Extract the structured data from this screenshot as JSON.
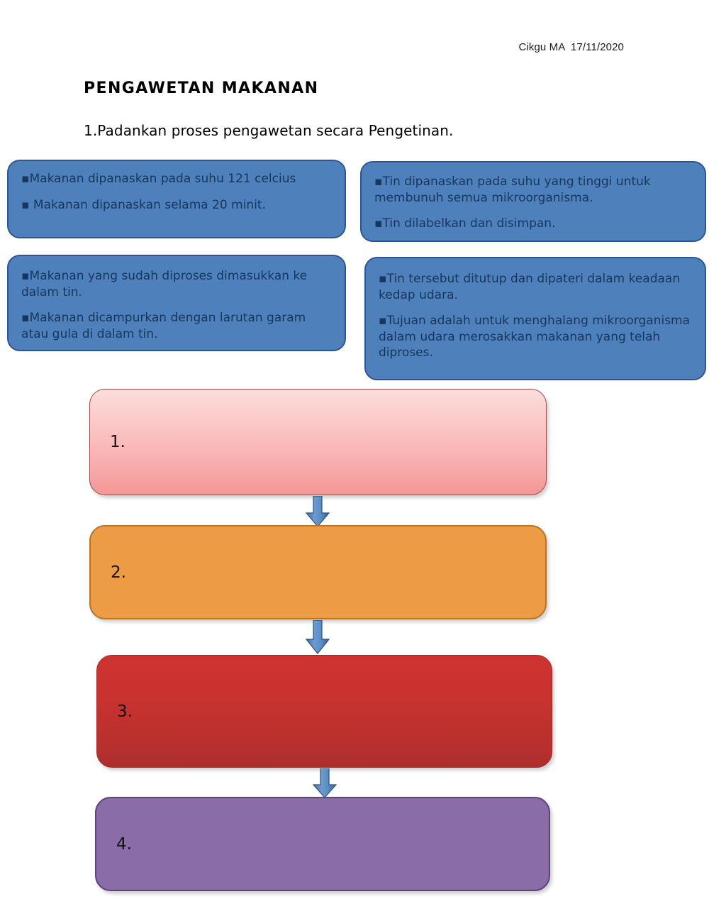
{
  "header": {
    "author_date": "Cikgu MA  17/11/2020"
  },
  "title": "PENGAWETAN MAKANAN",
  "question": "1.Padankan proses pengawetan secara Pengetinan.",
  "fact_boxes": [
    {
      "id": "fact-box-1",
      "lines": [
        "▪Makanan dipanaskan pada suhu 121 celcius",
        "▪ Makanan dipanaskan selama 20 minit."
      ]
    },
    {
      "id": "fact-box-2",
      "lines": [
        "▪Tin dipanaskan pada suhu yang tinggi untuk membunuh  semua mikroorganisma.",
        "▪Tin dilabelkan dan disimpan."
      ]
    },
    {
      "id": "fact-box-3",
      "lines": [
        "▪Makanan yang sudah diproses dimasukkan ke dalam tin.",
        "▪Makanan dicampurkan dengan larutan garam atau gula di dalam tin."
      ]
    },
    {
      "id": "fact-box-4",
      "lines": [
        "▪Tin tersebut ditutup dan dipateri dalam keadaan kedap udara.",
        "▪Tujuan adalah untuk menghalang mikroorganisma dalam udara merosakkan makanan yang telah diproses."
      ]
    }
  ],
  "flow_boxes": [
    {
      "id": "flow-box-1",
      "label": "1.",
      "color": "#F7A8A8"
    },
    {
      "id": "flow-box-2",
      "label": "2.",
      "color": "#ED9B45"
    },
    {
      "id": "flow-box-3",
      "label": "3.",
      "color": "#C8322F"
    },
    {
      "id": "flow-box-4",
      "label": "4.",
      "color": "#8A6CA8"
    }
  ],
  "arrows": [
    {
      "id": "arrow-1",
      "icon": "arrow-down-icon",
      "color": "#4E81BC"
    },
    {
      "id": "arrow-2",
      "icon": "arrow-down-icon",
      "color": "#4E81BC"
    },
    {
      "id": "arrow-3",
      "icon": "arrow-down-icon",
      "color": "#4E81BC"
    }
  ],
  "colors": {
    "fact_box_fill": "#4E81BC",
    "fact_box_border": "#2F5496",
    "fact_box_text": "#17365D",
    "arrow_fill": "#4E81BC",
    "arrow_border": "#2F5496"
  }
}
